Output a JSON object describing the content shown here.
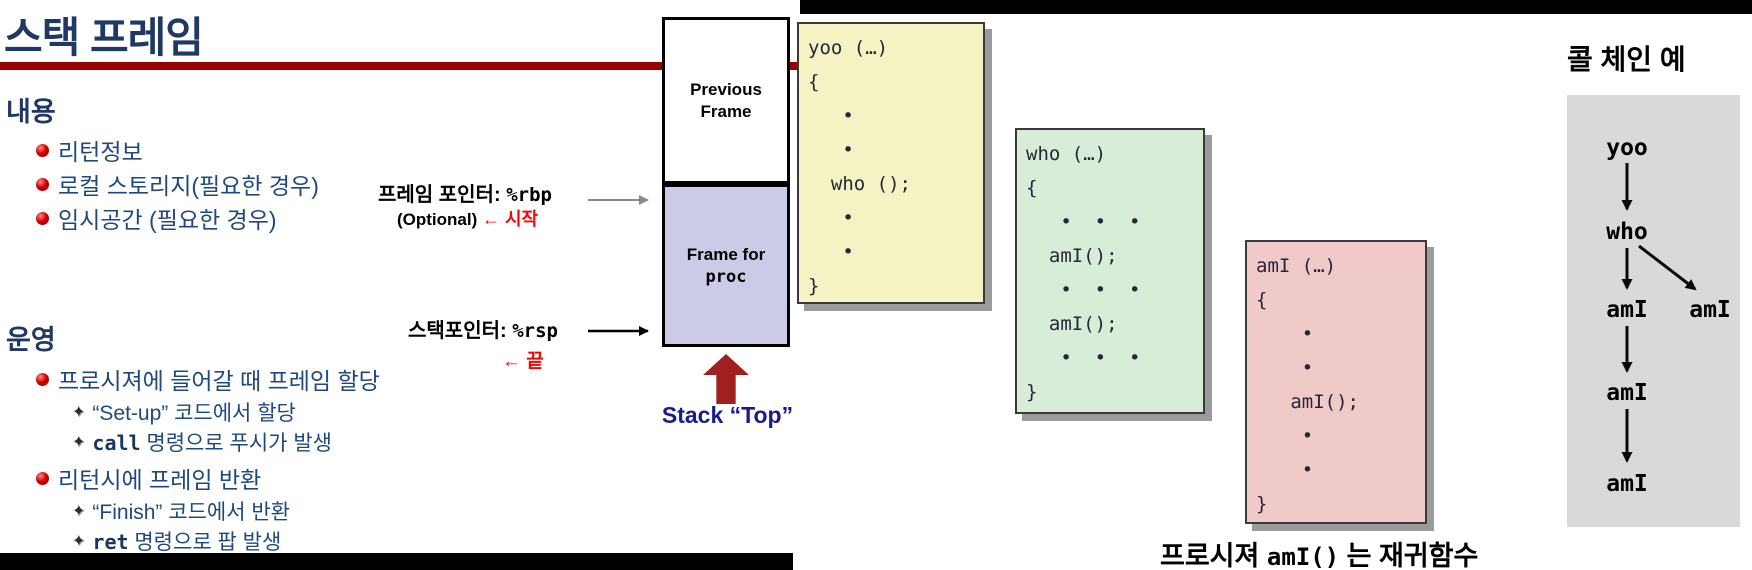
{
  "slide_title": "스택 프레임",
  "contents": {
    "heading": "내용",
    "items": [
      "리턴정보",
      "로컬 스토리지(필요한 경우)",
      "임시공간 (필요한 경우)"
    ]
  },
  "operation": {
    "heading": "운영",
    "bullet1": "프로시져에 들어갈 때 프레임 할당",
    "sub1": "“Set-up” 코드에서 할당",
    "sub2_code": "call",
    "sub2_text": " 명령으로 푸시가 발생",
    "bullet2": "리턴시에 프레임 반환",
    "sub3": "“Finish” 코드에서 반환",
    "sub4_code": "ret",
    "sub4_text": " 명령으로 팝 발생"
  },
  "pointers": {
    "frame_label": "프레임 포인터: ",
    "frame_reg": "%rbp",
    "frame_optional": "(Optional) ",
    "frame_note": "← 시작",
    "stack_label": "스택포인터: ",
    "stack_reg": "%rsp",
    "stack_note": "← 끝"
  },
  "stack_diagram": {
    "previous_frame_line1": "Previous",
    "previous_frame_line2": "Frame",
    "current_frame_line1": "Frame for",
    "current_frame_line2": "proc",
    "stack_top_label": "Stack “Top”"
  },
  "code_boxes": {
    "yoo": {
      "lines": [
        "yoo (…)",
        "{",
        "   •",
        "   •",
        "  who ();",
        "   •",
        "   •",
        "}"
      ]
    },
    "who": {
      "lines": [
        "who (…)",
        "{",
        "   •  •  •",
        "  amI();",
        "   •  •  •",
        "  amI();",
        "   •  •  •",
        "}"
      ]
    },
    "amI": {
      "lines": [
        "amI (…)",
        "{",
        "    •",
        "    •",
        "   amI();",
        "    •",
        "    •",
        "}"
      ]
    }
  },
  "caption": {
    "pre": "프로시져 ",
    "code": "amI()",
    "post": " 는 재귀함수"
  },
  "call_chain": {
    "title": "콜 체인 예",
    "nodes": [
      "yoo",
      "who",
      "amI",
      "amI",
      "amI",
      "amI"
    ]
  },
  "colors": {
    "title_navy": "#1F3864",
    "body_blue": "#1F497D",
    "rule_red": "#990000",
    "note_red": "#FF0000",
    "stack_top_blue": "#1A1A8C",
    "arrow_red": "#A02020",
    "yoo_box_bg": "#F5F2C3",
    "who_box_bg": "#D8EDD8",
    "amI_box_bg": "#F0C9C9",
    "frame_box_bg": "#CBCBE8",
    "chain_box_bg": "#D9D9D9"
  }
}
